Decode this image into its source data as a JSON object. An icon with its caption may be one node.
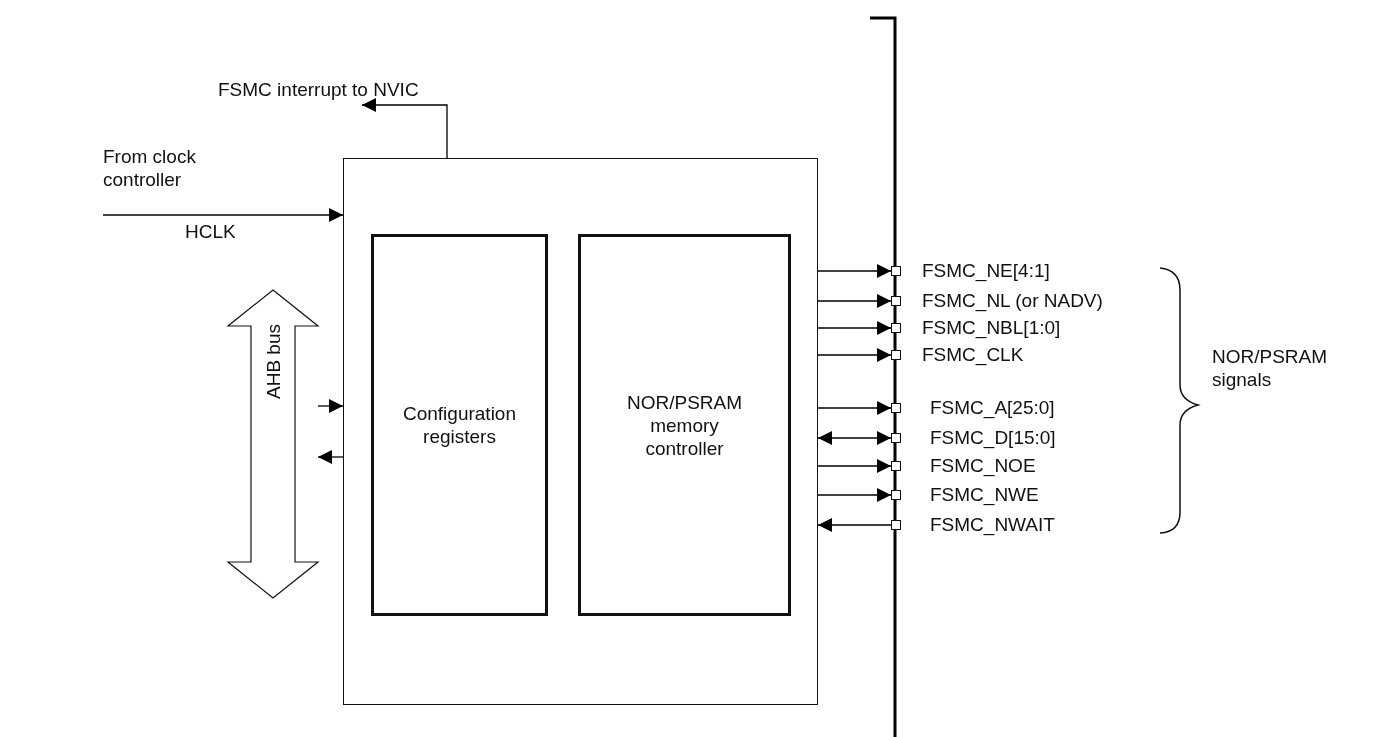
{
  "diagram": {
    "nodes": [
      {
        "text": [],
        "shape": "box"
      },
      {
        "text": [
          "Configuration registers"
        ],
        "in": 0
      },
      {
        "text": [
          "NOR/PSRAM memory controller"
        ],
        "in": 0
      },
      {
        "text": [
          "AHB bus"
        ]
      },
      {
        "text": [
          "From clock controller"
        ]
      },
      {
        "text": [
          "FSMC interrupt to NVIC"
        ]
      },
      {
        "text": [],
        "shape": "box",
        "beside": [
          "FSMC_NE[4:1]"
        ]
      },
      {
        "text": [],
        "shape": "box",
        "beside": [
          "FSMC_NL (or NADV)"
        ]
      },
      {
        "text": [],
        "shape": "box",
        "beside": [
          "FSMC_NBL[1:0]"
        ]
      },
      {
        "text": [],
        "shape": "box",
        "beside": [
          "FSMC_CLK"
        ]
      },
      {
        "text": [],
        "shape": "box",
        "beside": [
          "FSMC_A[25:0]"
        ]
      },
      {
        "text": [],
        "shape": "box",
        "beside": [
          "FSMC_D[15:0]"
        ]
      },
      {
        "text": [],
        "shape": "box",
        "beside": [
          "FSMC_NOE"
        ]
      },
      {
        "text": [],
        "shape": "box",
        "beside": [
          "FSMC_NWE"
        ]
      },
      {
        "text": [],
        "shape": "box",
        "beside": [
          "FSMC_NWAIT"
        ]
      }
    ],
    "edges": [
      {
        "from": 4,
        "to": 0,
        "arrow": "to",
        "label": "HCLK"
      },
      {
        "from": 0,
        "to": 5,
        "arrow": "to"
      },
      {
        "from": 3,
        "to": 0,
        "arrow": "to"
      },
      {
        "from": 0,
        "to": 3,
        "arrow": "to"
      },
      {
        "from": 0,
        "to": 6,
        "arrow": "to"
      },
      {
        "from": 0,
        "to": 7,
        "arrow": "to"
      },
      {
        "from": 0,
        "to": 8,
        "arrow": "to"
      },
      {
        "from": 0,
        "to": 9,
        "arrow": "to"
      },
      {
        "from": 0,
        "to": 10,
        "arrow": "to"
      },
      {
        "from": 0,
        "to": 11,
        "arrow": "both"
      },
      {
        "from": 0,
        "to": 12,
        "arrow": "to"
      },
      {
        "from": 0,
        "to": 13,
        "arrow": "to"
      },
      {
        "from": 14,
        "to": 0,
        "arrow": "to"
      }
    ],
    "labels": [
      "NOR/PSRAM signals"
    ]
  }
}
